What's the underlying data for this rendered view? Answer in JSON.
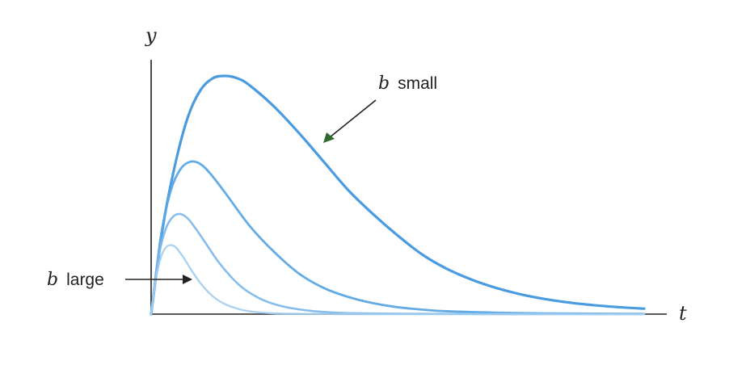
{
  "chart_data": {
    "type": "line",
    "title": "",
    "xlabel": "t",
    "ylabel": "y",
    "xlim": [
      0,
      10
    ],
    "ylim": [
      0,
      1.05
    ],
    "grid": false,
    "ticks_shown": false,
    "series": [
      {
        "color": "#4a9be0",
        "stroke_width": 3.2,
        "opacity": 1.0,
        "x": [
          0,
          0.25,
          0.5,
          0.75,
          1,
          1.25,
          1.5,
          1.75,
          2,
          2.5,
          3,
          3.5,
          4,
          4.5,
          5,
          5.5,
          6,
          6.5,
          7,
          7.5,
          8,
          8.5,
          9,
          9.5,
          10
        ],
        "y": [
          0,
          0.38,
          0.64,
          0.83,
          0.94,
          0.99,
          1.0,
          0.99,
          0.96,
          0.87,
          0.76,
          0.64,
          0.52,
          0.42,
          0.33,
          0.25,
          0.19,
          0.145,
          0.11,
          0.083,
          0.063,
          0.048,
          0.037,
          0.029,
          0.023
        ]
      },
      {
        "color": "#5ba6e4",
        "stroke_width": 2.8,
        "opacity": 0.95,
        "x": [
          0,
          0.2,
          0.4,
          0.6,
          0.8,
          1,
          1.2,
          1.5,
          2,
          2.5,
          3,
          3.5,
          4,
          4.5,
          5,
          5.5,
          6,
          7,
          8,
          9,
          10
        ],
        "y": [
          0,
          0.33,
          0.52,
          0.61,
          0.64,
          0.63,
          0.59,
          0.51,
          0.37,
          0.26,
          0.17,
          0.11,
          0.072,
          0.046,
          0.029,
          0.019,
          0.012,
          0.006,
          0.003,
          0.002,
          0.001
        ]
      },
      {
        "color": "#79b6ea",
        "stroke_width": 2.6,
        "opacity": 0.9,
        "x": [
          0,
          0.15,
          0.3,
          0.45,
          0.6,
          0.75,
          0.9,
          1.1,
          1.4,
          1.8,
          2.2,
          2.6,
          3,
          3.5,
          4,
          5,
          6,
          7,
          8,
          10
        ],
        "y": [
          0,
          0.24,
          0.36,
          0.41,
          0.42,
          0.4,
          0.36,
          0.3,
          0.21,
          0.12,
          0.066,
          0.036,
          0.02,
          0.009,
          0.004,
          0.002,
          0.001,
          0,
          0,
          0
        ]
      },
      {
        "color": "#a3cdf0",
        "stroke_width": 2.4,
        "opacity": 0.9,
        "x": [
          0,
          0.1,
          0.2,
          0.3,
          0.4,
          0.5,
          0.65,
          0.8,
          1,
          1.25,
          1.5,
          1.8,
          2.1,
          2.5,
          3,
          4,
          5,
          7,
          10
        ],
        "y": [
          0,
          0.15,
          0.24,
          0.28,
          0.29,
          0.28,
          0.24,
          0.19,
          0.13,
          0.075,
          0.042,
          0.02,
          0.009,
          0.003,
          0.001,
          0,
          0,
          0,
          0
        ]
      }
    ],
    "annotations": [
      {
        "var": "b",
        "word": "small"
      },
      {
        "var": "b",
        "word": "large"
      }
    ]
  }
}
